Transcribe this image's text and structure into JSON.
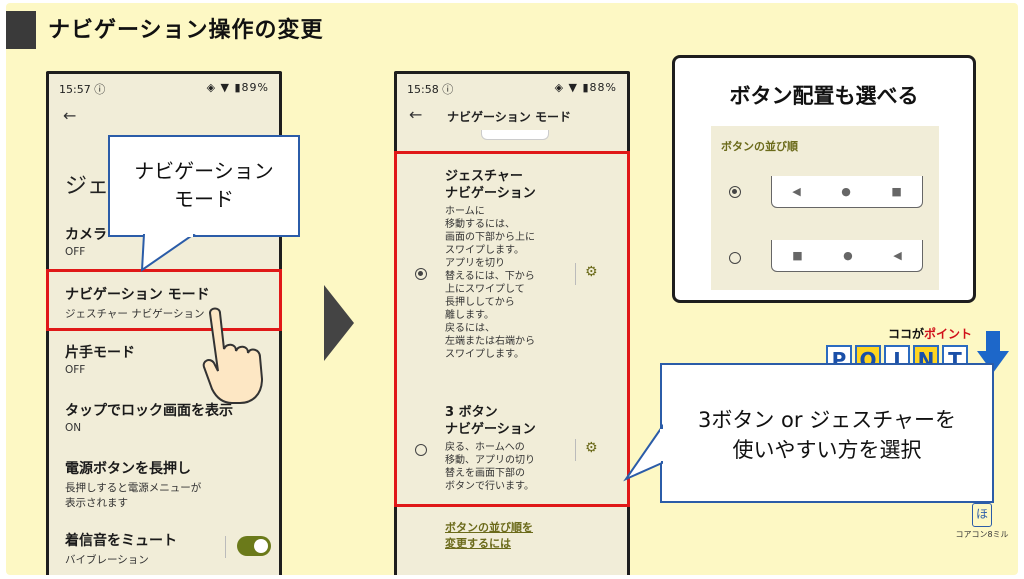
{
  "slide_title": "ナビゲーション操作の変更",
  "phone_left": {
    "status_time": "15:57 ⓘ",
    "status_right": "◈ ▼ ▮89%",
    "partial_title": "ジェ",
    "settings": [
      {
        "title": "カメラ",
        "sub": "OFF"
      },
      {
        "title": "ナビゲーション モード",
        "sub": "ジェスチャー ナビゲーション"
      },
      {
        "title": "片手モード",
        "sub": "OFF"
      },
      {
        "title": "タップでロック画面を表示",
        "sub": "ON"
      },
      {
        "title": "電源ボタンを長押し",
        "sub": "長押しすると電源メニューが\n表示されます"
      },
      {
        "title": "着信音をミュート",
        "sub": "バイブレーション"
      }
    ]
  },
  "phone_right": {
    "status_time": "15:58 ⓘ",
    "status_right": "◈ ▼ ▮88%",
    "header_title": "ナビゲーション モード",
    "options": [
      {
        "title": "ジェスチャー\nナビゲーション",
        "desc": "ホームに\n移動するには、\n画面の下部から上に\nスワイプします。\nアプリを切り\n替えるには、下から\n上にスワイプして\n長押ししてから\n離します。\n戻るには、\n左端または右端から\nスワイプします。",
        "selected": true
      },
      {
        "title": "3 ボタン\nナビゲーション",
        "desc": "戻る、ホームへの\n移動、アプリの切り\n替えを画面下部の\nボタンで行います。",
        "selected": false
      }
    ],
    "link": "ボタンの並び順を\n変更するには"
  },
  "callout_left": "ナビゲーション\nモード",
  "panel": {
    "title": "ボタン配置も選べる",
    "label": "ボタンの並び順",
    "rows": [
      {
        "selected": true,
        "icons": [
          "◀",
          "●",
          "■"
        ]
      },
      {
        "selected": false,
        "icons": [
          "■",
          "●",
          "◀"
        ]
      }
    ]
  },
  "point_label_prefix": "ココが",
  "point_label_accent": "ポイント",
  "point_letters": [
    "P",
    "O",
    "I",
    "N",
    "T"
  ],
  "callout_right": "3ボタン or ジェスチャーを\n使いやすい方を選択",
  "brand_badge": "ほ",
  "brand_text": "コアコン8ミル",
  "colors": {
    "background": "#fdf8c4",
    "highlight": "#e01818",
    "callout_border": "#2b5ca8",
    "accent_olive": "#6b6a1a"
  }
}
